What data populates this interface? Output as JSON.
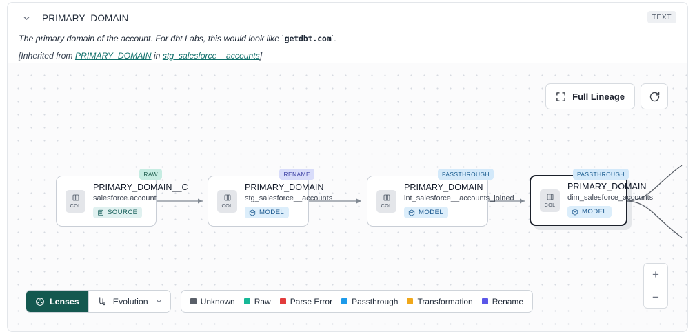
{
  "header": {
    "chevron_icon": "chevron-down-icon",
    "column_name": "PRIMARY_DOMAIN",
    "type_badge": "TEXT",
    "description_pre": "The primary domain of the account. For dbt Labs, this would look like `",
    "description_code": "getdbt.com",
    "description_post": "`.",
    "inherited_prefix": "[Inherited from ",
    "inherited_link": "PRIMARY_DOMAIN",
    "inherited_middle": " in ",
    "inherited_source": "stg_salesforce__accounts",
    "inherited_suffix": "]"
  },
  "canvas": {
    "full_lineage_label": "Full Lineage",
    "full_lineage_icon": "expand-icon",
    "refresh_icon": "refresh-icon",
    "zoom_in_label": "+",
    "zoom_out_label": "−"
  },
  "nodes": [
    {
      "lens": "RAW",
      "lens_style": "raw",
      "chip_label": "COL",
      "title": "PRIMARY_DOMAIN__C",
      "subtitle": "salesforce.account",
      "kind": "SOURCE",
      "kind_style": "source",
      "kind_icon": "database-icon",
      "selected": false
    },
    {
      "lens": "RENAME",
      "lens_style": "rename",
      "chip_label": "COL",
      "title": "PRIMARY_DOMAIN",
      "subtitle": "stg_salesforce__accounts",
      "kind": "MODEL",
      "kind_style": "model",
      "kind_icon": "cube-icon",
      "selected": false
    },
    {
      "lens": "PASSTHROUGH",
      "lens_style": "passthrough",
      "chip_label": "COL",
      "title": "PRIMARY_DOMAIN",
      "subtitle": "int_salesforce__accounts_joined",
      "kind": "MODEL",
      "kind_style": "model",
      "kind_icon": "cube-icon",
      "selected": false
    },
    {
      "lens": "PASSTHROUGH",
      "lens_style": "passthrough",
      "chip_label": "COL",
      "title": "PRIMARY_DOMAIN",
      "subtitle": "dim_salesforce_accounts",
      "kind": "MODEL",
      "kind_style": "model",
      "kind_icon": "cube-icon",
      "selected": true
    }
  ],
  "toolbar": {
    "lenses_label": "Lenses",
    "lenses_icon": "aperture-icon",
    "evolution_label": "Evolution",
    "evolution_icon": "evolution-icon",
    "evolution_caret": "⌄"
  },
  "legend": [
    {
      "label": "Unknown",
      "color": "#5a6069"
    },
    {
      "label": "Raw",
      "color": "#17b897"
    },
    {
      "label": "Parse Error",
      "color": "#e23c3c"
    },
    {
      "label": "Passthrough",
      "color": "#1e9bea"
    },
    {
      "label": "Transformation",
      "color": "#f0a81b"
    },
    {
      "label": "Rename",
      "color": "#5b57e8"
    }
  ]
}
